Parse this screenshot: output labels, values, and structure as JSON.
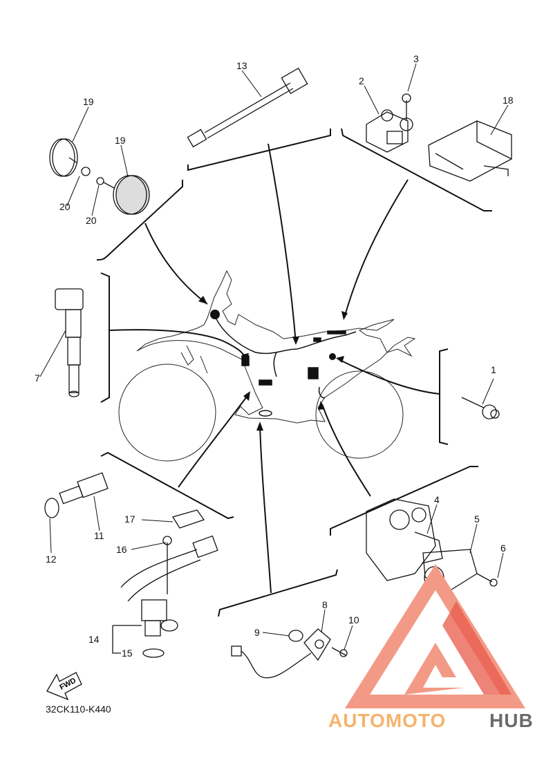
{
  "callouts": {
    "c1": "1",
    "c2": "2",
    "c3": "3",
    "c4": "4",
    "c5": "5",
    "c6": "6",
    "c7": "7",
    "c8": "8",
    "c9": "9",
    "c10": "10",
    "c11": "11",
    "c12": "12",
    "c13": "13",
    "c14": "14",
    "c15": "15",
    "c16": "16",
    "c17": "17",
    "c18": "18",
    "c19a": "19",
    "c19b": "19",
    "c20a": "20",
    "c20b": "20"
  },
  "fwd_label": "FWD",
  "diagram_code": "32CK110-K440",
  "watermark": {
    "part1": "AUTOMOTO",
    "part2": "HUB",
    "color_primary": "#f29a86",
    "color_secondary": "#e85a4a",
    "color_text": "#6b6b6b"
  }
}
